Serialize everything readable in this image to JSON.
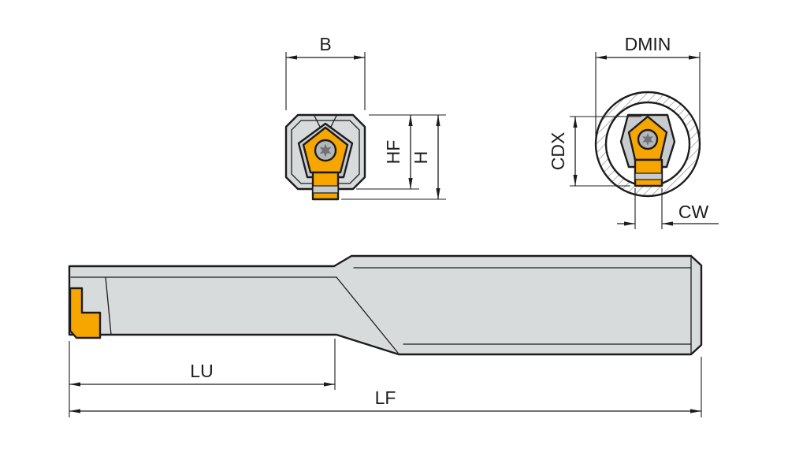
{
  "diagram": {
    "labels": {
      "b": "B",
      "hf": "HF",
      "h": "H",
      "dmin": "DMIN",
      "cdx": "CDX",
      "cw": "CW",
      "lu": "LU",
      "lf": "LF"
    },
    "colors": {
      "insert": "#F7A600",
      "body": "#D8DBDC",
      "holder": "#C9CCCE",
      "screw": "#B4B7B9",
      "outline": "#1C1C1C",
      "hatch": "#95989A",
      "background": "#FFFFFF"
    }
  }
}
